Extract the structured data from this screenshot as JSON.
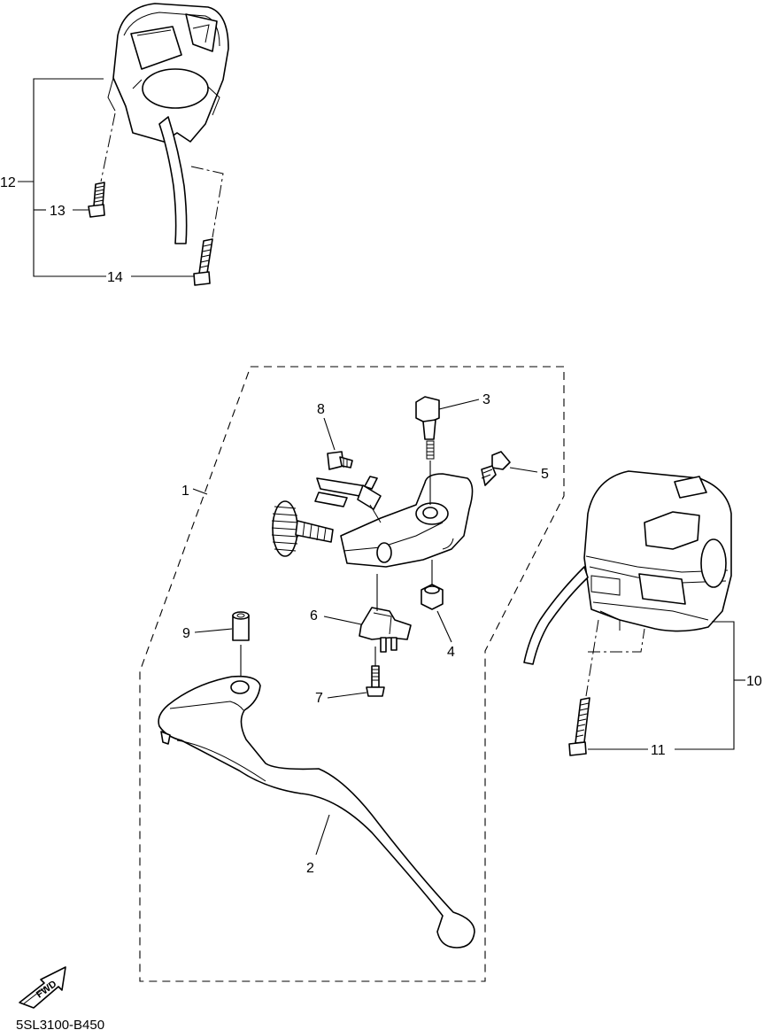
{
  "diagram": {
    "callouts": [
      {
        "id": "1",
        "text": "1"
      },
      {
        "id": "2",
        "text": "2"
      },
      {
        "id": "3",
        "text": "3"
      },
      {
        "id": "4",
        "text": "4"
      },
      {
        "id": "5",
        "text": "5"
      },
      {
        "id": "6",
        "text": "6"
      },
      {
        "id": "7",
        "text": "7"
      },
      {
        "id": "8",
        "text": "8"
      },
      {
        "id": "9",
        "text": "9"
      },
      {
        "id": "10",
        "text": "10"
      },
      {
        "id": "11",
        "text": "11"
      },
      {
        "id": "12",
        "text": "12"
      },
      {
        "id": "13",
        "text": "13"
      },
      {
        "id": "14",
        "text": "14"
      }
    ],
    "fwd_label": "FWD",
    "drawing_code": "5SL3100-B450"
  }
}
